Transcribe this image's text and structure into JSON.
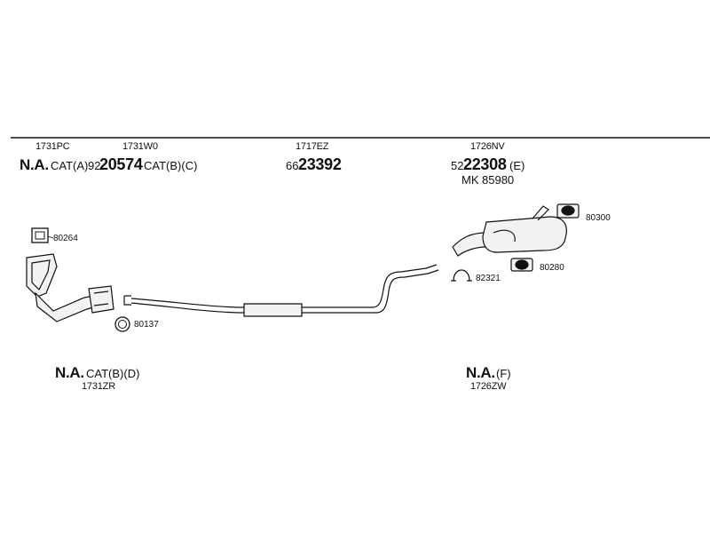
{
  "groups": {
    "front": {
      "part_top_left": "1731PC",
      "part_top_mid": "1731W0",
      "na_label": "N.A.",
      "cat_a": "CAT(A)",
      "prefix": "92",
      "number": "20574",
      "cat_bc": "CAT(B)(C)"
    },
    "middle": {
      "part": "1717EZ",
      "prefix": "66",
      "number": "23392"
    },
    "rear": {
      "part": "1726NV",
      "prefix": "52",
      "number": "22308",
      "suffix": "(E)",
      "mk_label": "MK",
      "mk_number": "85980"
    },
    "bottom_left": {
      "na_label": "N.A.",
      "cat": "CAT(B)(D)",
      "part": "1731ZR"
    },
    "bottom_right": {
      "na_label": "N.A.",
      "suffix": "(F)",
      "part": "1726ZW"
    }
  },
  "callouts": {
    "gasket_square": "80264",
    "ring_left": "80137",
    "clamp": "82321",
    "mount_top": "80300",
    "mount_bottom": "80280"
  },
  "colors": {
    "line": "#111111",
    "part_fill": "#f2f2f2"
  }
}
